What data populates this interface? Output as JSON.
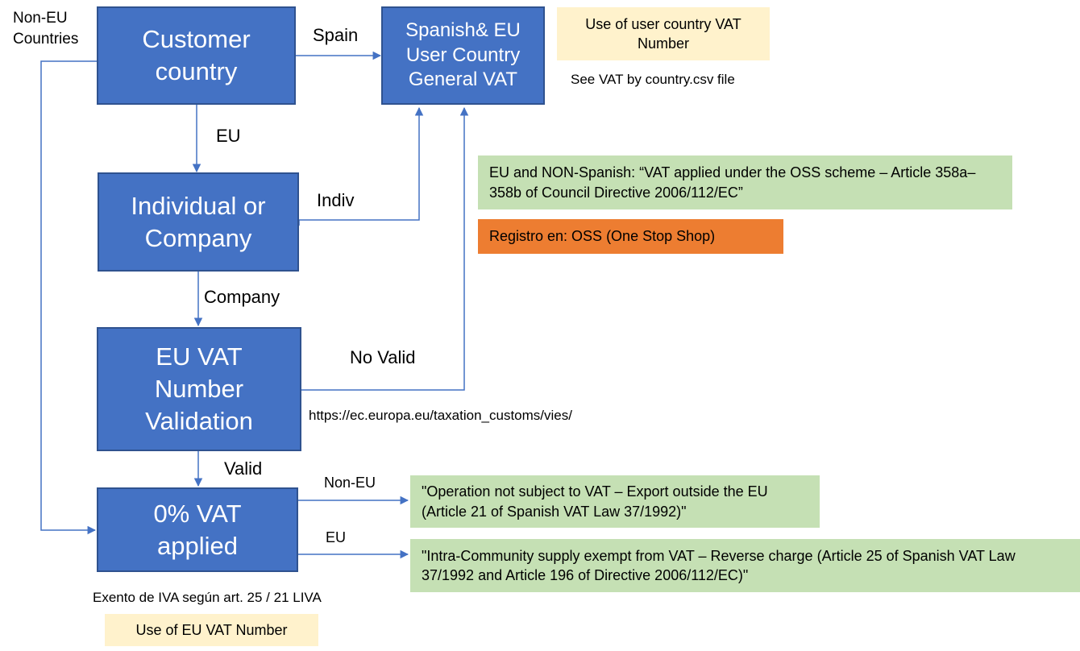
{
  "nodes": {
    "customer_country": "Customer\ncountry",
    "spanish_eu": "Spanish& EU\nUser Country\nGeneral  VAT",
    "individual_company": "Individual or\nCompany",
    "vat_validation": "EU VAT\nNumber\nValidation",
    "zero_vat": "0% VAT\napplied"
  },
  "edge_labels": {
    "non_eu_countries": "Non-EU\nCountries",
    "spain": "Spain",
    "eu": "EU",
    "indiv": "Indiv",
    "company": "Company",
    "no_valid": "No Valid",
    "valid": "Valid",
    "non_eu": "Non-EU",
    "eu_small": "EU"
  },
  "notes": {
    "user_vat": "Use of user country VAT\nNumber",
    "see_vat": "See VAT by country.csv file",
    "oss_text": "EU and NON-Spanish: “VAT applied under the OSS scheme – Article 358a–358b of Council Directive 2006/112/EC”",
    "registro": "Registro en: OSS (One Stop Shop)",
    "vies_url": "https://ec.europa.eu/taxation_customs/vies/",
    "export_text": "\"Operation not subject to VAT – Export outside the EU\n(Article 21 of Spanish VAT Law 37/1992)\"",
    "intra_text": "\"Intra-Community supply exempt from VAT – Reverse  charge (Article 25 of Spanish VAT Law\n37/1992 and Article 196 of Directive 2006/112/EC)\"",
    "exento": "Exento de IVA según art. 25 / 21 LIVA",
    "eu_vat_number": "Use of EU VAT Number"
  },
  "colors": {
    "box_fill": "#4472c4",
    "box_border": "#2f528f",
    "connector": "#4472c4",
    "note_yellow": "#fff2cc",
    "note_green": "#c5e0b4",
    "note_orange": "#ed7d31"
  }
}
